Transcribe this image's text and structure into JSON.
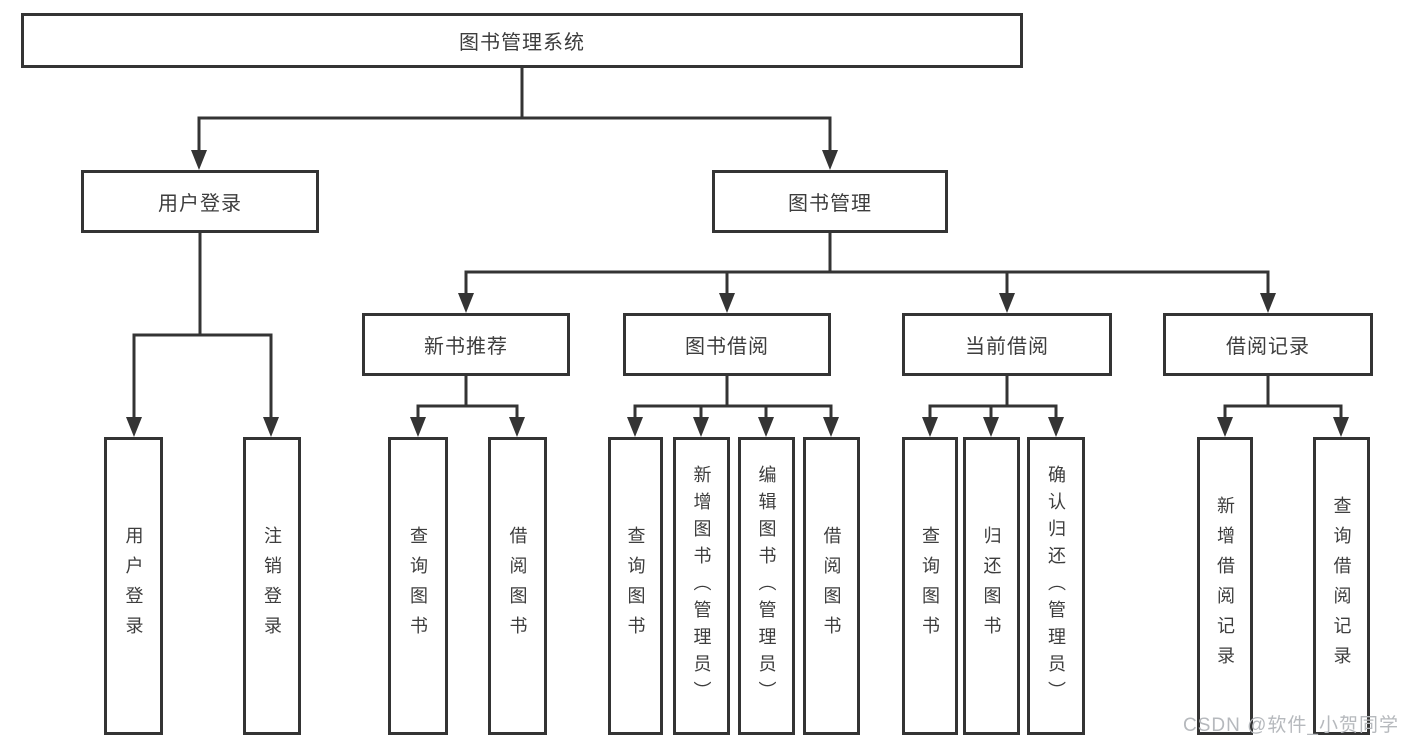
{
  "diagram": {
    "root": {
      "label": "图书管理系统"
    },
    "level2": {
      "user_login": {
        "label": "用户登录"
      },
      "book_mgmt": {
        "label": "图书管理"
      }
    },
    "level3": {
      "new_book_rec": {
        "label": "新书推荐"
      },
      "book_borrow": {
        "label": "图书借阅"
      },
      "current_borrow": {
        "label": "当前借阅"
      },
      "borrow_record": {
        "label": "借阅记录"
      }
    },
    "leaves": {
      "user_login_leaf": {
        "label": "用户登录"
      },
      "logout": {
        "label": "注销登录"
      },
      "nbr_query_book": {
        "label": "查询图书"
      },
      "nbr_borrow_book": {
        "label": "借阅图书"
      },
      "bb_query_book": {
        "label": "查询图书"
      },
      "bb_add_book": {
        "label": "新增图书（管理员）"
      },
      "bb_edit_book": {
        "label": "编辑图书（管理员）"
      },
      "bb_borrow_book": {
        "label": "借阅图书"
      },
      "cb_query_book": {
        "label": "查询图书"
      },
      "cb_return_book": {
        "label": "归还图书"
      },
      "cb_confirm_return": {
        "label": "确认归还（管理员）"
      },
      "br_add_record": {
        "label": "新增借阅记录"
      },
      "br_query_record": {
        "label": "查询借阅记录"
      }
    }
  },
  "watermark": {
    "text": "CSDN @软件_小贺同学"
  },
  "colors": {
    "line": "#343434",
    "text": "#3d3d3d",
    "watermark": "#b6b9bd",
    "background": "#ffffff"
  }
}
